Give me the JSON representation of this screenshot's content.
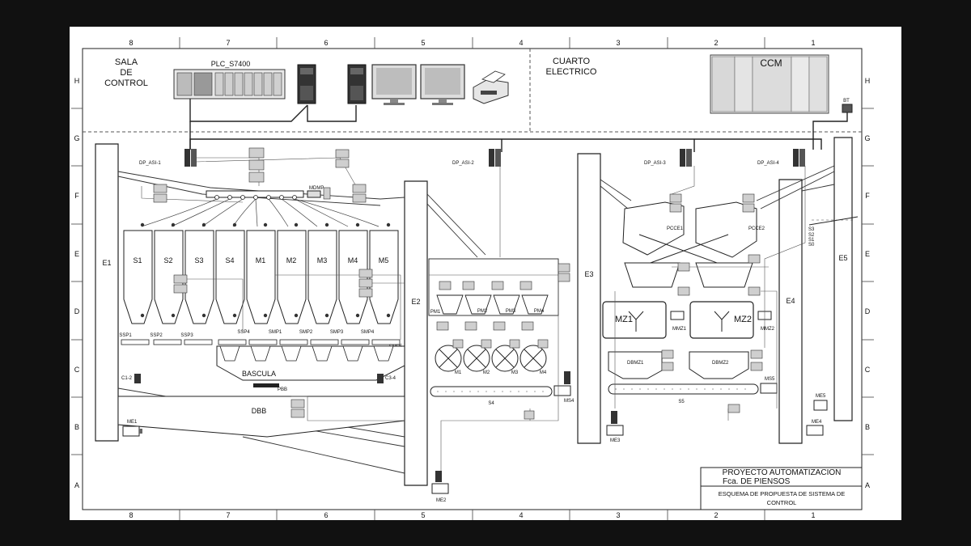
{
  "border": {
    "columns": [
      "8",
      "7",
      "6",
      "5",
      "4",
      "3",
      "2",
      "1"
    ],
    "rows": [
      "H",
      "G",
      "F",
      "E",
      "D",
      "C",
      "B",
      "A"
    ]
  },
  "control_room": {
    "title_line1": "SALA",
    "title_line2": "DE",
    "title_line3": "CONTROL",
    "plc_label": "PLC_S7400"
  },
  "electrical_room": {
    "title_line1": "CUARTO",
    "title_line2": "ELECTRICO",
    "ccm_label": "CCM",
    "bt_label": "BT"
  },
  "asi_modules": [
    "DP_ASI-1",
    "DP_ASI-2",
    "DP_ASI-3",
    "DP_ASI-4"
  ],
  "elevators": [
    "E1",
    "E2",
    "E3",
    "E4",
    "E5"
  ],
  "silos": [
    "S1",
    "S2",
    "S3",
    "S4",
    "M1",
    "M2",
    "M3",
    "M4",
    "M5"
  ],
  "screw_conveyors": [
    "SSP1",
    "SSP2",
    "SSP3",
    "SSP4",
    "SMP1",
    "SMP2",
    "SMP3",
    "SMP4",
    "SMP5"
  ],
  "lower_section": {
    "bascula": "BASCULA",
    "dbb": "DBB",
    "pbb": "PBB",
    "c12": "C1-2",
    "c34": "C3-4",
    "me1": "ME1",
    "me2": "ME2",
    "mdmp": "MDMP"
  },
  "mill_section": {
    "pm": [
      "PM1",
      "PM2",
      "PM3",
      "PM4"
    ],
    "mills": [
      "M1",
      "M2",
      "M3",
      "M4"
    ],
    "conveyor": "S4",
    "ms4": "MS4"
  },
  "mixer_section": {
    "mixers": [
      "MZ1",
      "MZ2"
    ],
    "pcce": [
      "PCCE1",
      "PCCE2"
    ],
    "dischargers": [
      "DBMZ1",
      "DBMZ2"
    ],
    "motors": [
      "MMZ1",
      "MMZ2"
    ],
    "conveyor": "S5",
    "ms5": "MS5",
    "me3": "ME3",
    "me4": "ME4",
    "me5": "ME5",
    "switches": [
      "S3",
      "S2",
      "S1",
      "S0"
    ]
  },
  "title_block": {
    "project": "PROYECTO AUTOMATIZACION",
    "plant": "Fca. DE PIENSOS",
    "description_line1": "ESQUEMA DE PROPUESTA DE SISTEMA DE",
    "description_line2": "CONTROL"
  }
}
